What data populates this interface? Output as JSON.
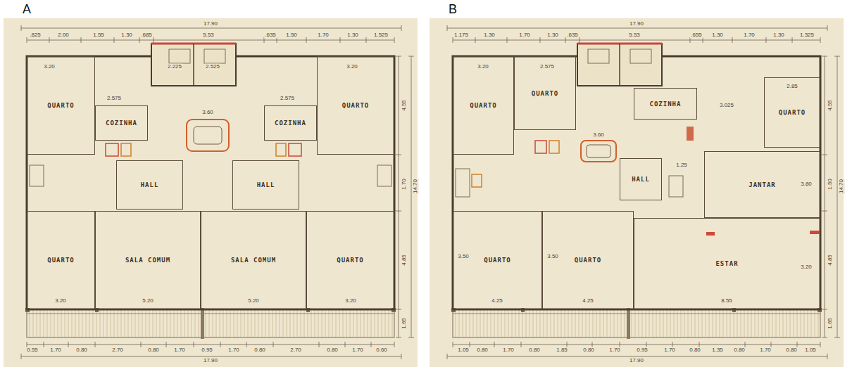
{
  "diagram": {
    "nodes": [
      {
        "text": [
          "QUARTO"
        ]
      },
      {
        "text": [
          "COZINHA"
        ]
      },
      {
        "text": [
          "COZINHA"
        ]
      },
      {
        "text": [
          "QUARTO"
        ]
      },
      {
        "text": [
          "HALL"
        ]
      },
      {
        "text": [
          "HALL"
        ]
      },
      {
        "text": [
          "QUARTO"
        ]
      },
      {
        "text": [
          "SALA COMUM"
        ]
      },
      {
        "text": [
          "SALA COMUM"
        ]
      },
      {
        "text": [
          "QUARTO"
        ]
      },
      {
        "text": [
          "QUARTO"
        ]
      },
      {
        "text": [
          "QUARTO"
        ]
      },
      {
        "text": [
          "COZINHA"
        ]
      },
      {
        "text": [
          "QUARTO"
        ]
      },
      {
        "text": [
          "HALL"
        ]
      },
      {
        "text": [
          "JANTAR"
        ]
      },
      {
        "text": [
          "QUARTO"
        ]
      },
      {
        "text": [
          "QUARTO"
        ]
      },
      {
        "text": [
          "ESTAR"
        ]
      }
    ],
    "labels": [
      "A",
      "B",
      "17.90",
      ".825",
      "2.00",
      "1.55",
      "1.30",
      ".685",
      "5.53",
      ".635",
      "1.50",
      "1.70",
      "1.30",
      "1.525",
      "3.20",
      "2.575",
      "2.225",
      "2.525",
      "2.575",
      "3.20",
      "3.60",
      "3.20",
      "5.20",
      "5.20",
      "3.20",
      "4.55",
      "1.70",
      "4.85",
      "1.65",
      "14.70",
      "0.55",
      "1.70",
      "0.80",
      "2.70",
      "0.80",
      "1.70",
      "0.95",
      "1.70",
      "0.80",
      "2.70",
      "0.80",
      "1.70",
      "0.60",
      "17.90",
      "17.90",
      "1.175",
      "1.30",
      "1.70",
      "1.30",
      ".635",
      "5.53",
      ".655",
      "1.30",
      "1.70",
      "1.30",
      "1.325",
      "3.20",
      "2.575",
      "3.60",
      "3.025",
      "2.85",
      "1.25",
      "3.80",
      "3.50",
      "3.50",
      "3.20",
      "4.25",
      "4.25",
      "8.55",
      "4.55",
      "1.50",
      "4.85",
      "1.65",
      "14.70",
      "1.05",
      "0.80",
      "1.70",
      "0.80",
      "1.85",
      "0.80",
      "1.70",
      "0.95",
      "1.70",
      "0.80",
      "1.35",
      "0.80",
      "1.70",
      "0.80",
      "1.05",
      "17.90"
    ]
  }
}
